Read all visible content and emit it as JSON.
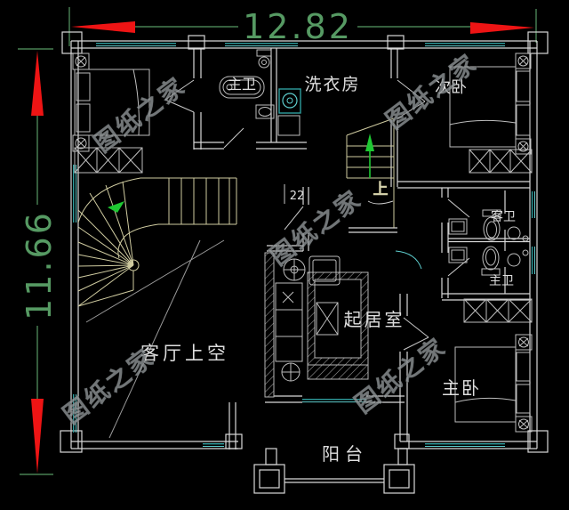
{
  "plan": {
    "dim_width": "12.82",
    "dim_height": "11.66",
    "rooms": {
      "laundry": "洗衣房",
      "bath_top": "主卫",
      "bedroom_secondary": "次卧",
      "bath_guest": "客卫",
      "bath_master": "主卫",
      "living_room": "起居室",
      "living_void": "客厅上空",
      "bedroom_master": "主卧",
      "balcony": "阳台"
    },
    "stair_up": "上",
    "door_tag": "22"
  },
  "watermark": {
    "text": "图纸之家"
  },
  "colors": {
    "background": "#000000",
    "wall_line": "#d8d8d8",
    "window_teal": "#2f9e9e",
    "dimension_green": "#569a63",
    "arrow_red": "#ee1414",
    "stair_arrow_green": "#1ec832",
    "watermark_gray": "#8f9496"
  }
}
